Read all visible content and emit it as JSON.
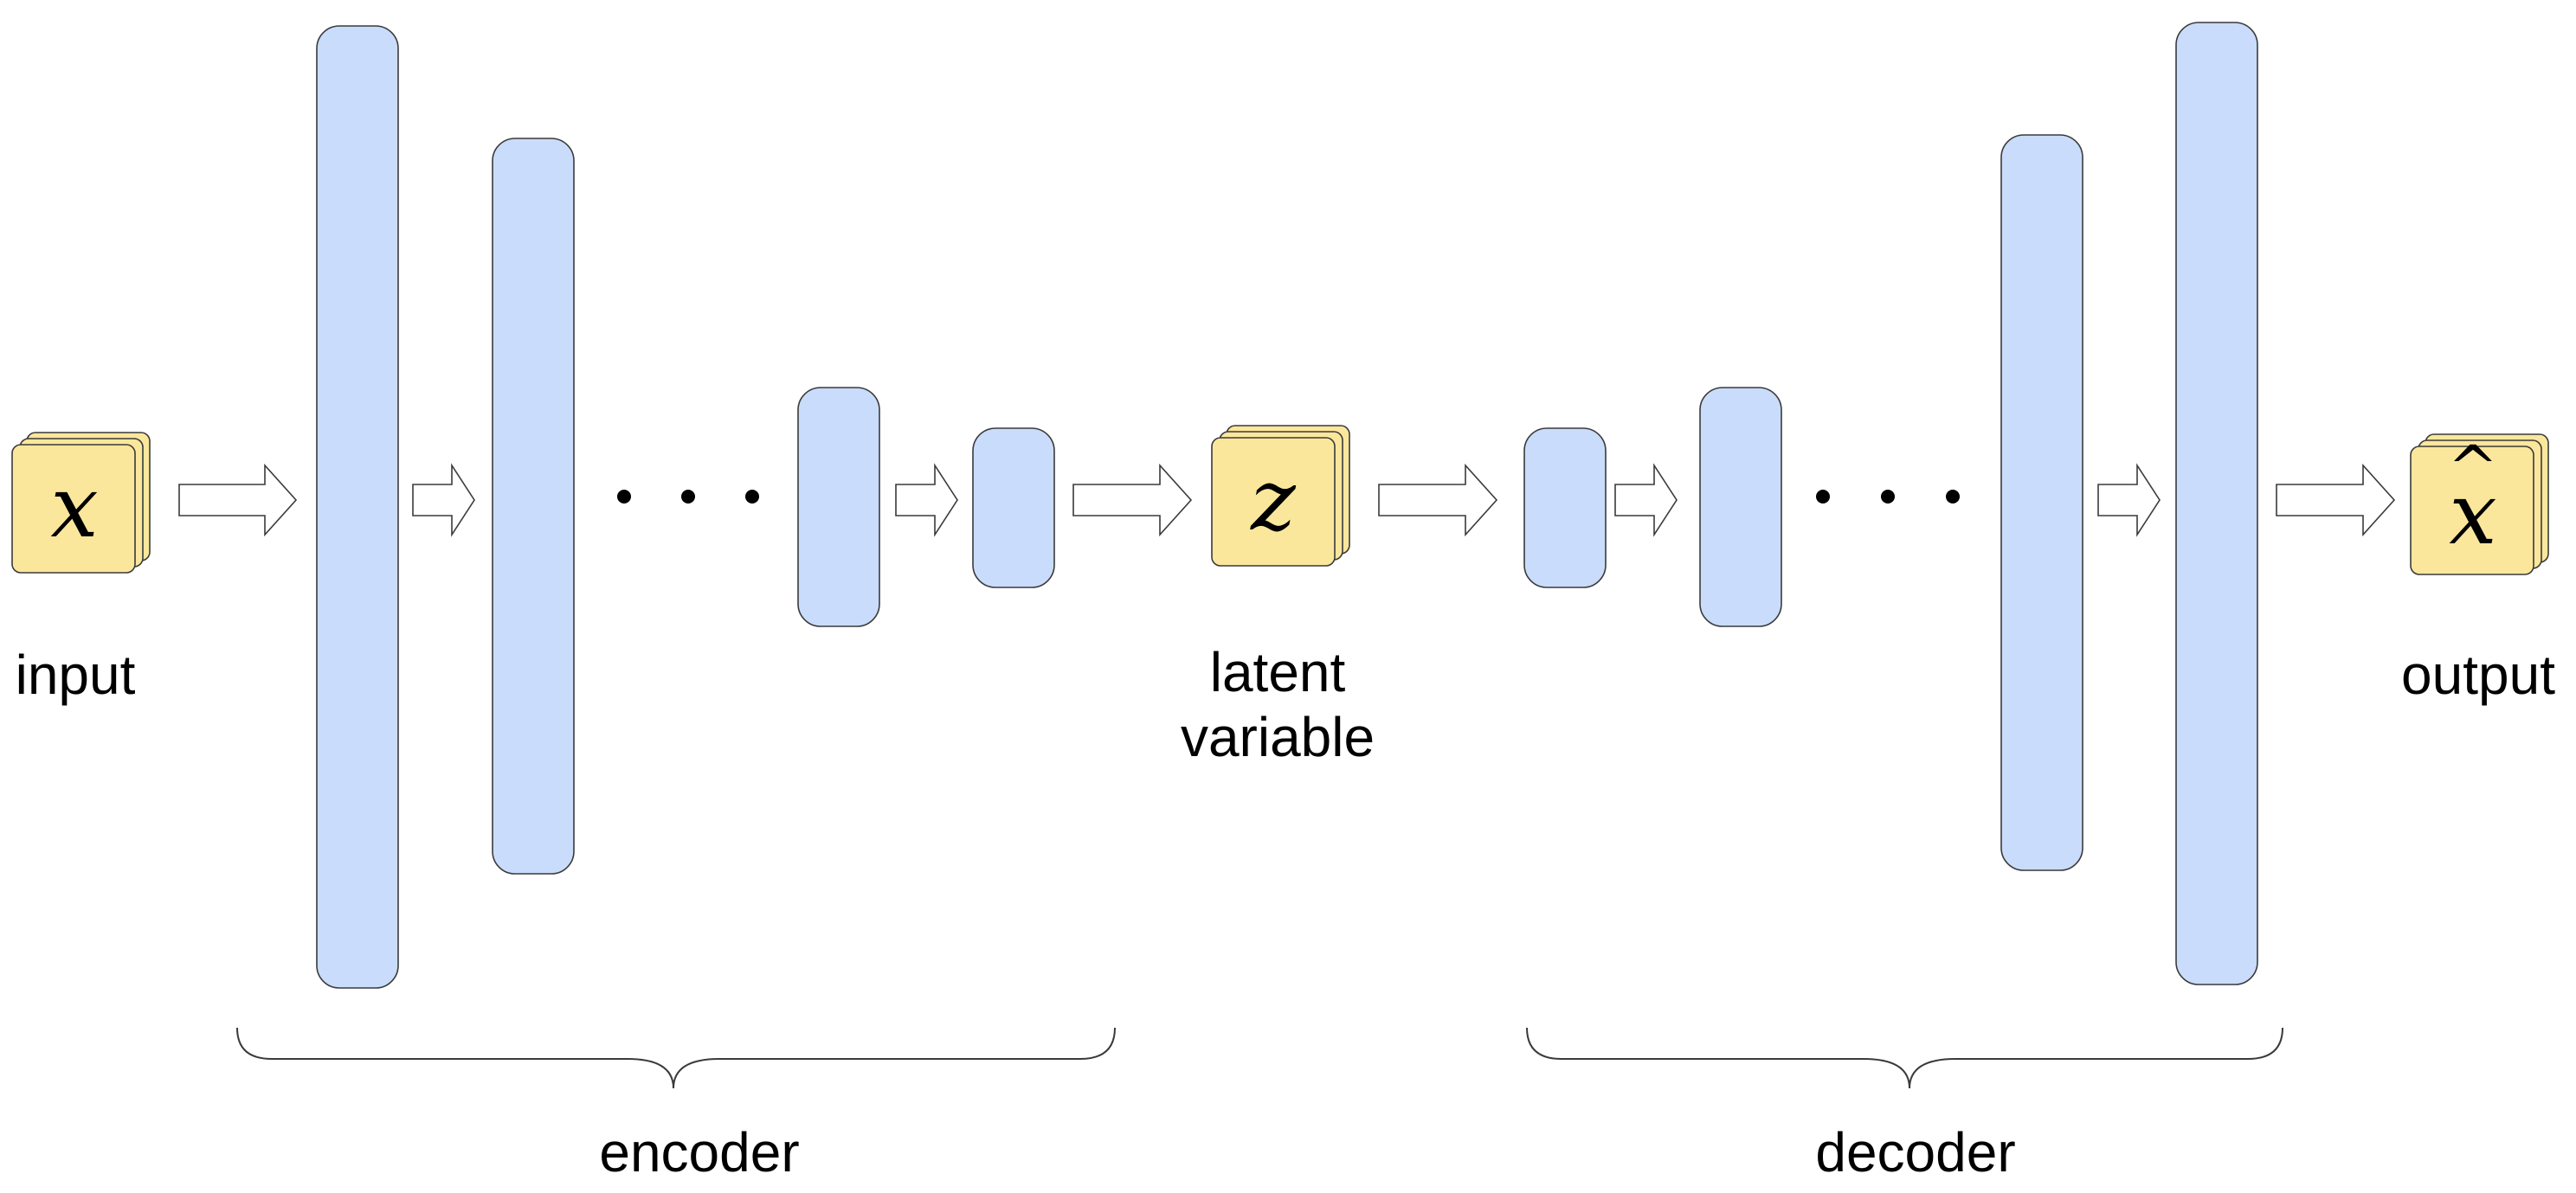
{
  "diagram": {
    "labels": {
      "input": "input",
      "latent_line1": "latent",
      "latent_line2": "variable",
      "output": "output",
      "encoder": "encoder",
      "decoder": "decoder"
    },
    "symbols": {
      "input": "x",
      "latent": "z",
      "output": "x",
      "output_hat": "^"
    },
    "colors": {
      "layer_fill": "#c9dcfb",
      "card_fill": "#fbe79c",
      "stroke": "#3a3a3a"
    }
  }
}
